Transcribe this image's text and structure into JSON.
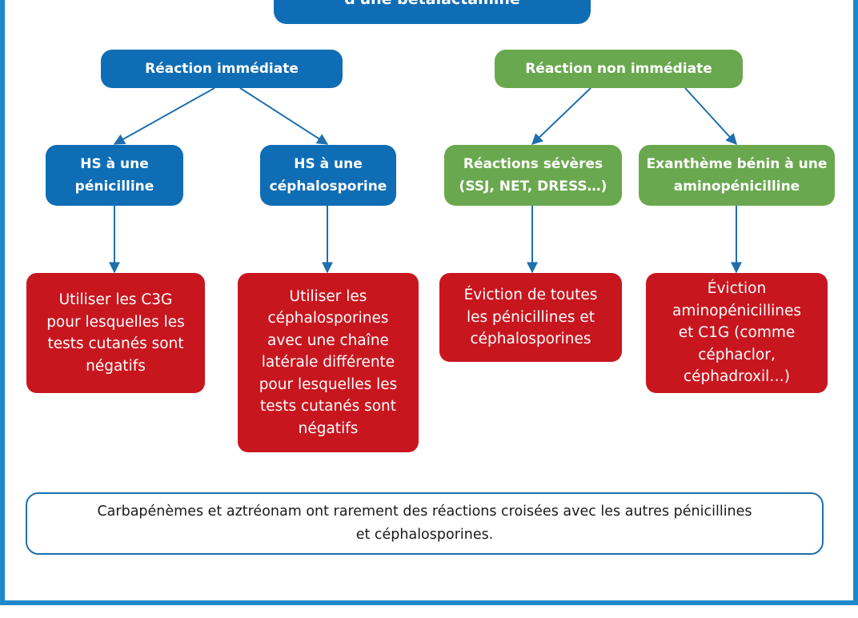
{
  "diagram": {
    "title": "d'une bêtalactamine",
    "immediate": {
      "label": "Réaction immédiate",
      "penicillin": "HS à une\npénicilline",
      "cephalosporin": "HS à une\ncéphalosporine",
      "penicillin_action": "Utiliser les C3G\npour lesquelles les\ntests cutanés sont\nnégatifs",
      "cephalosporin_action": "Utiliser les\ncéphalosporines\navec une chaîne\nlatérale différente\npour lesquelles les\ntests cutanés sont\nnégatifs"
    },
    "non_immediate": {
      "label": "Réaction non immédiate",
      "severe": "Réactions sévères\n(SSJ, NET, DRESS…)",
      "benign": "Exanthème bénin à une\naminopénicilline",
      "severe_action": "Éviction de toutes\nles pénicillines et\ncéphalosporines",
      "benign_action": "Éviction\naminopénicillines\net C1G (comme\ncéphaclor,\ncéphadroxil…)"
    },
    "note": "Carbapénèmes et aztréonam ont rarement des réactions croisées avec les autres pénicillines\net céphalosporines."
  },
  "colors": {
    "frame": "#1e88c9",
    "blue": "#0f6db5",
    "green": "#6aa84f",
    "red": "#c8161f",
    "connector": "#1f6fae"
  }
}
